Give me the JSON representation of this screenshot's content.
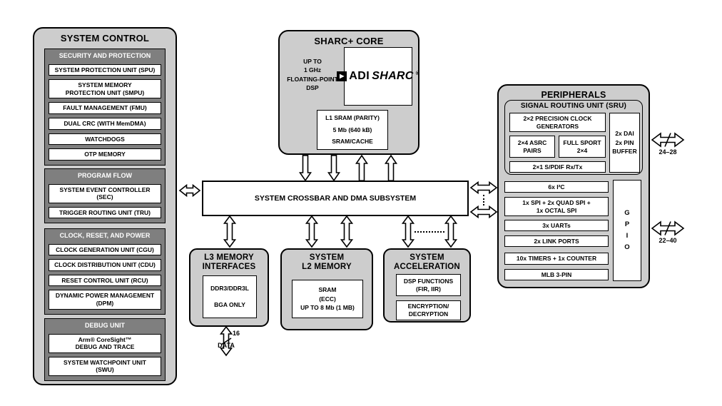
{
  "colors": {
    "panel_gray": "#cdcdcd",
    "section_gray": "#7f7f7f",
    "box_white": "#ffffff",
    "line_black": "#000000"
  },
  "system_control": {
    "title": "SYSTEM CONTROL",
    "sections": [
      {
        "header": "SECURITY AND PROTECTION",
        "items": [
          "SYSTEM PROTECTION UNIT (SPU)",
          "SYSTEM MEMORY\nPROTECTION UNIT (SMPU)",
          "FAULT MANAGEMENT (FMU)",
          "DUAL CRC (WITH MemDMA)",
          "WATCHDOGS",
          "OTP MEMORY"
        ]
      },
      {
        "header": "PROGRAM FLOW",
        "items": [
          "SYSTEM EVENT CONTROLLER\n(SEC)",
          "TRIGGER ROUTING UNIT (TRU)"
        ]
      },
      {
        "header": "CLOCK, RESET, AND POWER",
        "items": [
          "CLOCK GENERATION UNIT (CGU)",
          "CLOCK DISTRIBUTION UNIT (CDU)",
          "RESET CONTROL UNIT (RCU)",
          "DYNAMIC POWER MANAGEMENT\n(DPM)"
        ]
      },
      {
        "header": "DEBUG UNIT",
        "items": [
          "Arm® CoreSight™\nDEBUG AND TRACE",
          "SYSTEM WATCHPOINT UNIT\n(SWU)"
        ]
      }
    ]
  },
  "sharc_core": {
    "title": "SHARC+ CORE",
    "left_text": "UP TO\n1 GHz\nFLOATING-POINT\nDSP",
    "logo": {
      "triangle_icon": "▶",
      "adi": "ADI",
      "sharc": "SHARC",
      "reg": "®"
    },
    "l1": "L1 SRAM (PARITY)\n5 Mb (640 kB)\nSRAM/CACHE"
  },
  "crossbar": {
    "label": "SYSTEM CROSSBAR AND DMA SUBSYSTEM"
  },
  "peripherals": {
    "title": "PERIPHERALS",
    "sru": {
      "title": "SIGNAL ROUTING UNIT (SRU)",
      "clock_generators": "2×2 PRECISION CLOCK\nGENERATORS",
      "asrc": "2×4 ASRC\nPAIRS",
      "sport": "FULL SPORT\n2×4",
      "spdif": "2×1 S/PDIF Rx/Tx",
      "dai_buffer": "2x DAI\n2x PIN\nBUFFER"
    },
    "io_items": [
      "6x I²C",
      "1x SPI + 2x QUAD SPI +\n1x OCTAL SPI",
      "3x UARTs",
      "2x LINK PORTS",
      "10x TIMERS + 1x COUNTER",
      "MLB 3-PIN"
    ],
    "gpio": "G\nP\nI\nO"
  },
  "memory": {
    "l3": {
      "title": "L3 MEMORY\nINTERFACES",
      "inner": "DDR3/DDR3L\n\nBGA ONLY",
      "bus_width": "16",
      "bus_label": "DATA"
    },
    "l2": {
      "title": "SYSTEM\nL2 MEMORY",
      "inner": "SRAM\n(ECC)\nUP TO 8 Mb (1 MB)"
    },
    "accel": {
      "title": "SYSTEM\nACCELERATION",
      "dsp": "DSP FUNCTIONS\n(FIR, IIR)",
      "crypto": "ENCRYPTION/\nDECRYPTION"
    }
  },
  "bus_labels": {
    "sru_pins": "24–28",
    "gpio_pins": "22–40"
  }
}
